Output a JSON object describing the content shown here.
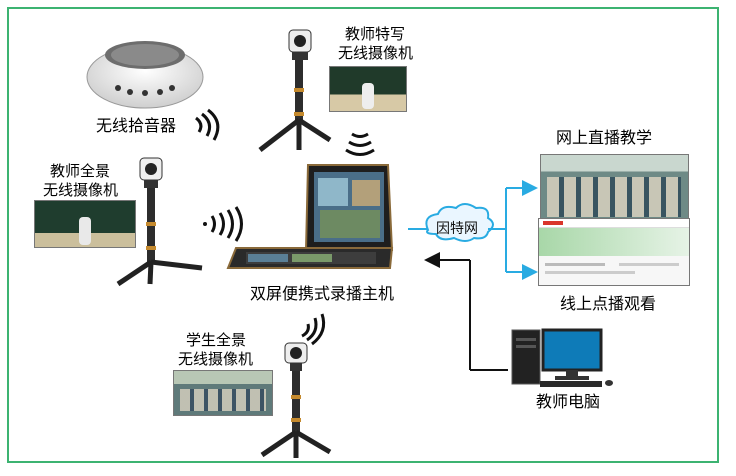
{
  "labels": {
    "mic": "无线拾音器",
    "cam_closeup": [
      "教师特写",
      "无线摄像机"
    ],
    "cam_teacher": [
      "教师全景",
      "无线摄像机"
    ],
    "cam_student": [
      "学生全景",
      "无线摄像机"
    ],
    "host": "双屏便携式录播主机",
    "internet": "因特网",
    "live": "网上直播教学",
    "vod": "线上点播观看",
    "pc": "教师电脑"
  },
  "colors": {
    "border": "#3cb371",
    "cyan_line": "#29abe2",
    "black_line": "#111111"
  }
}
